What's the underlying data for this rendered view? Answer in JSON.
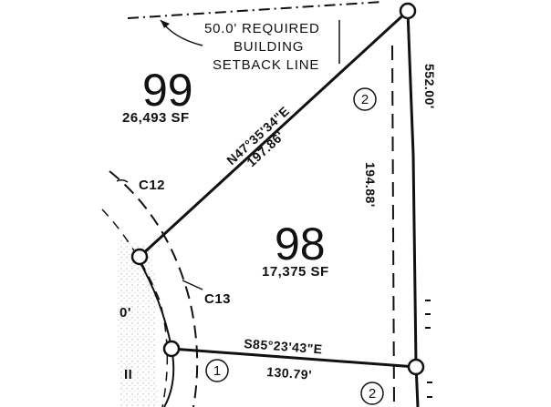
{
  "setback_note": {
    "line1": "50.0' REQUIRED",
    "line2": "BUILDING",
    "line3": "SETBACK LINE"
  },
  "lot_99": {
    "number": "99",
    "area": "26,493 SF"
  },
  "lot_98": {
    "number": "98",
    "area": "17,375 SF"
  },
  "line_ne": {
    "bearing": "N47°35'34\"E",
    "distance": "197.86'"
  },
  "line_east": {
    "distance": "194.88'"
  },
  "line_south": {
    "bearing": "S85°23'43\"E",
    "distance": "130.79'"
  },
  "curves": {
    "c12": "C12",
    "c13": "C13"
  },
  "circled_refs": {
    "top": "2",
    "bottom_left": "1",
    "bottom_right": "2"
  },
  "edge_fragments": {
    "right_top": "552.00'",
    "left_mid": "0'",
    "left_bottom": "II"
  }
}
